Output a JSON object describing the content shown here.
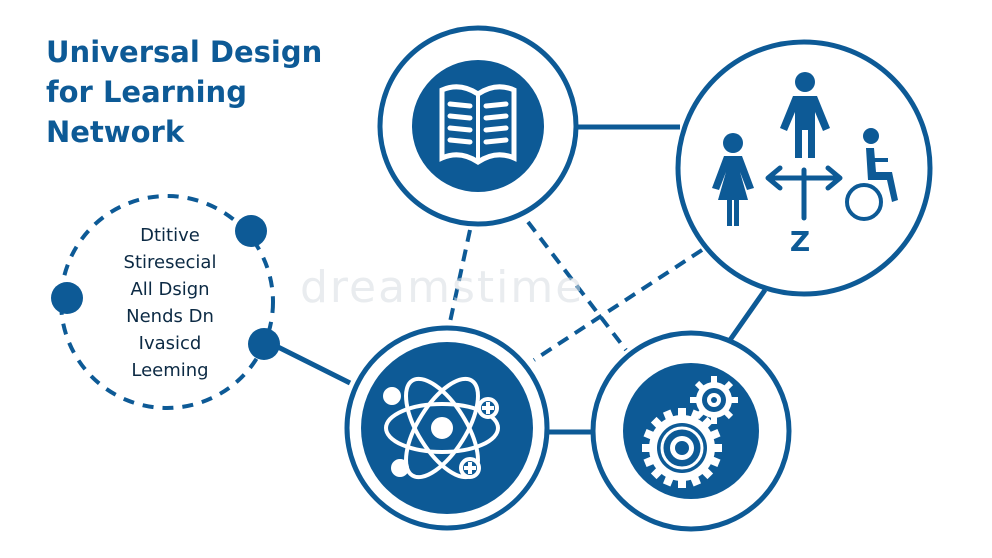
{
  "diagram": {
    "title_lines": [
      "Universal Design",
      "for Learning",
      "Network"
    ],
    "dashed_circle_text": [
      "Dtitive",
      "Stiresecial",
      "All Dsign",
      "Nends Dn",
      "Ivasicd",
      "Leeming"
    ],
    "watermark": "dreamstime",
    "nodes": [
      {
        "icon": "book-icon"
      },
      {
        "icon": "people-accessibility-icon"
      },
      {
        "icon": "atom-icon"
      },
      {
        "icon": "gears-icon"
      }
    ],
    "people_symbol_label": "Z",
    "colors": {
      "primary": "#0d5a96",
      "text_dark": "#0c2a44",
      "background": "#ffffff"
    }
  }
}
